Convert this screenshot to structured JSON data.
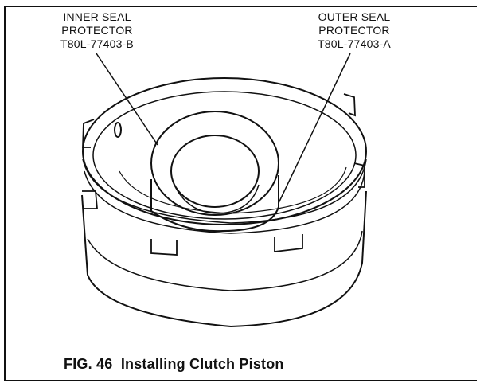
{
  "labels": {
    "inner": {
      "line1": "INNER SEAL",
      "line2": "PROTECTOR",
      "part": "T80L-77403-B"
    },
    "outer": {
      "line1": "OUTER SEAL",
      "line2": "PROTECTOR",
      "part": "T80L-77403-A"
    }
  },
  "caption": {
    "fig": "FIG. 46",
    "title": "Installing Clutch Piston"
  }
}
